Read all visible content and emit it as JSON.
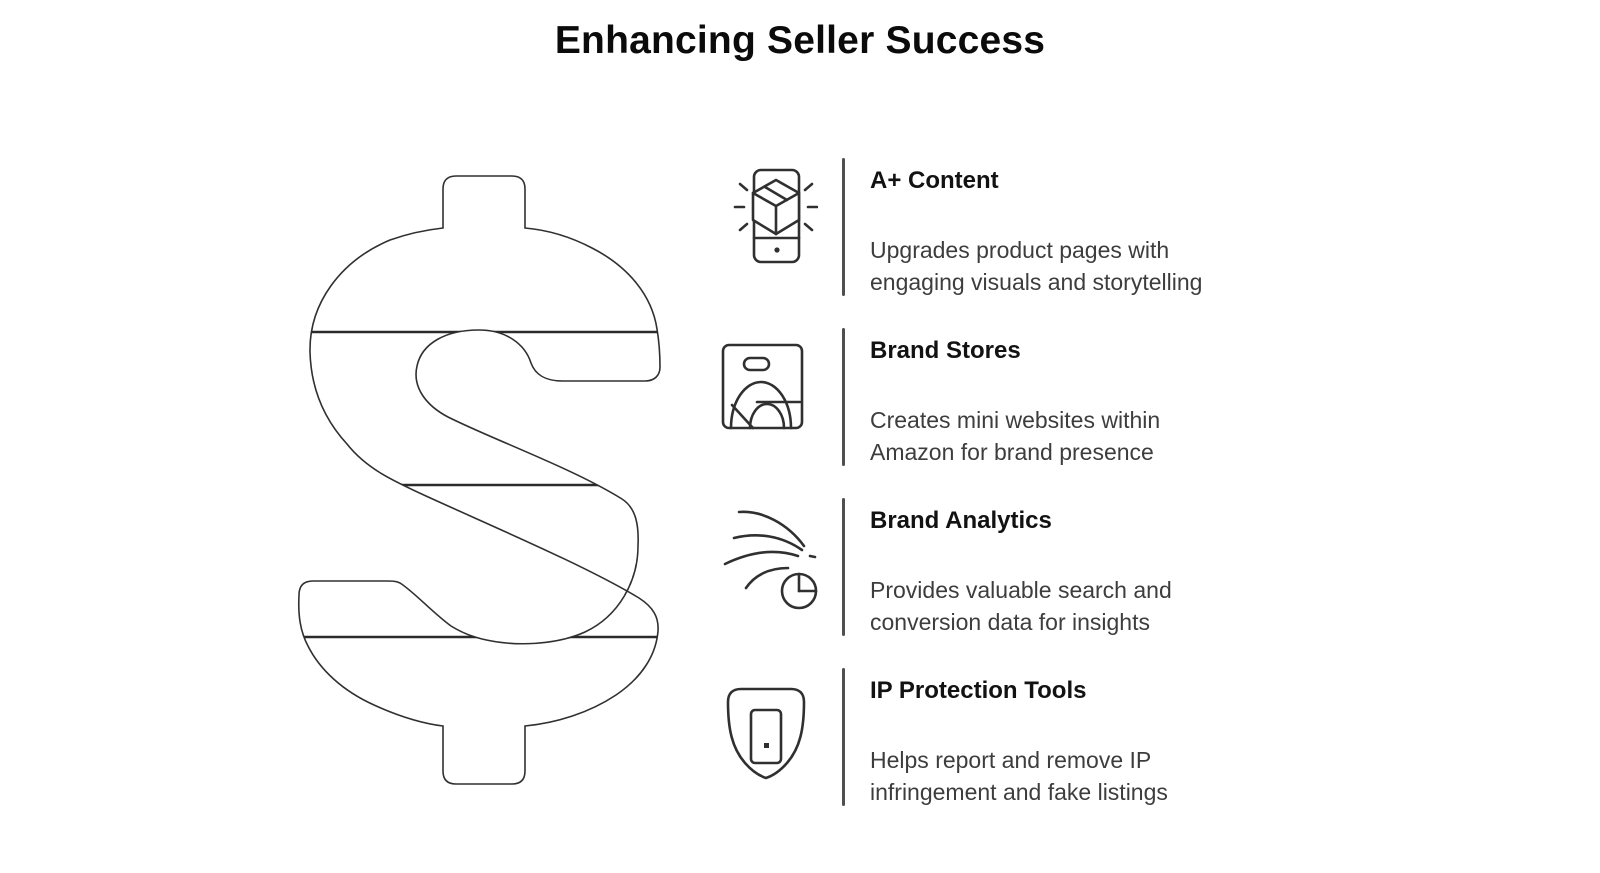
{
  "title": "Enhancing Seller Success",
  "colors": {
    "stroke": "#303030",
    "divider": "#4f4f4f",
    "heading": "#121212",
    "body": "#3d3d3d",
    "title": "#0b0b0b",
    "bg": "#ffffff"
  },
  "illustration": {
    "name": "dollar-sign",
    "style": "outline",
    "segments": 4
  },
  "items": [
    {
      "icon": "smartphone-package-icon",
      "title": "A+ Content",
      "description_lines": [
        "Upgrades product pages with",
        "engaging visuals and storytelling"
      ]
    },
    {
      "icon": "storefront-icon",
      "title": "Brand Stores",
      "description_lines": [
        "Creates mini websites within",
        "Amazon for brand presence"
      ]
    },
    {
      "icon": "analytics-pie-icon",
      "title": "Brand Analytics",
      "description_lines": [
        "Provides valuable search and",
        "conversion data for insights"
      ]
    },
    {
      "icon": "shield-device-icon",
      "title": "IP Protection Tools",
      "description_lines": [
        "Helps report and remove IP",
        "infringement and fake listings"
      ]
    }
  ]
}
